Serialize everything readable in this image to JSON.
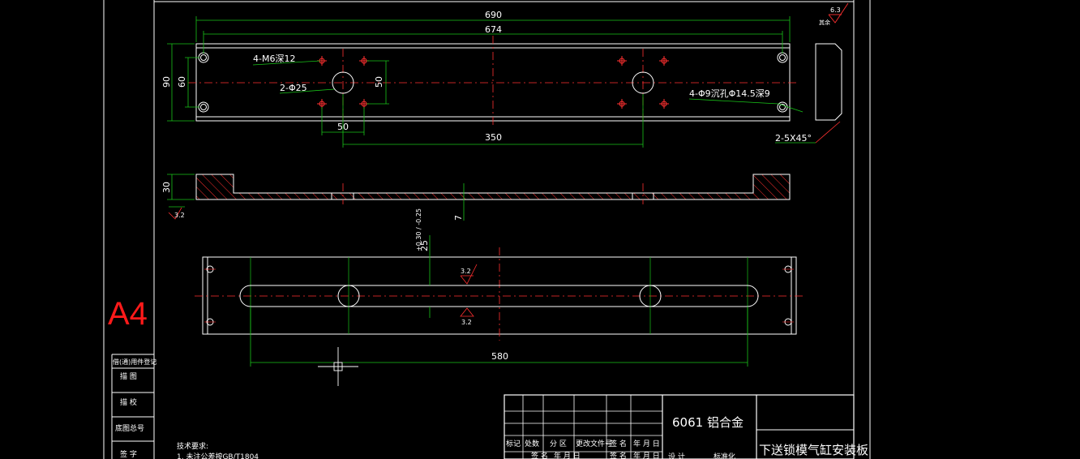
{
  "drawing": {
    "sheet_size": "A4",
    "dimensions": {
      "overall_length": "690",
      "hole_span": "674",
      "overall_width": "90",
      "hole_pitch_width": "60",
      "center_hole_spacing_v": "50",
      "center_hole_spacing_h": "50",
      "center_distance": "350",
      "thickness": "30",
      "slot_depth": "7",
      "slot_width": "25",
      "slot_width_tol": "+0.30 / -0.25",
      "slot_length": "580"
    },
    "callouts": {
      "tapped_holes": "4-M6深12",
      "bore_holes": "2-Φ25",
      "counterbore_holes": "4-Φ9沉孔Φ14.5深9",
      "chamfer": "2-5X45°"
    },
    "roughness": {
      "general": "6.3",
      "general_suffix": "其余",
      "section": "3.2",
      "slot_top": "3.2",
      "slot_bottom": "3.2"
    }
  },
  "title_block": {
    "material": "6061 铝合金",
    "part_name": "下送锁模气缸安装板",
    "revision_headers": [
      "标记",
      "处数",
      "分 区",
      "更改文件号",
      "签 名",
      "年 月 日"
    ],
    "revision_row2": [
      "签 名",
      "年 月 日"
    ],
    "bottom_fragments": [
      "设 计",
      "标准化"
    ],
    "side_labels": [
      "借(通)用件登记",
      "描    图",
      "描    校",
      "底图总号",
      "签    字"
    ],
    "tech_requirements_title": "技术要求:",
    "tech_requirements_line1": "1. 未注公差按GB/T1804"
  },
  "colors": {
    "line": "#ffffff",
    "dimension": "#19c319",
    "hatch": "#ff3030",
    "background": "#000000"
  }
}
